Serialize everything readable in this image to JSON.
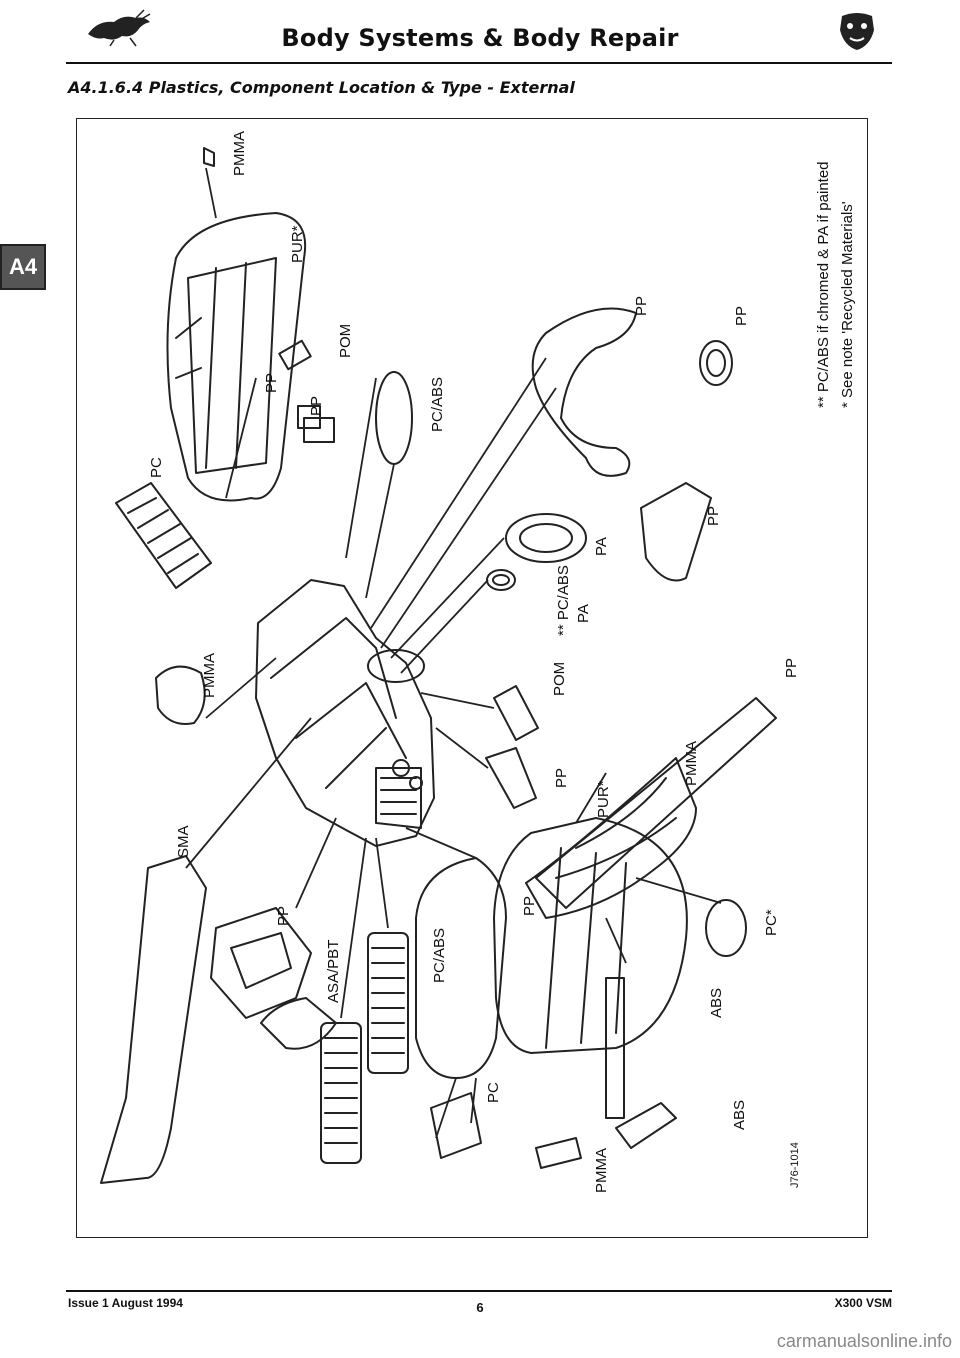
{
  "header": {
    "title": "Body Systems & Body Repair",
    "section": "A4.1.6.4 Plastics, Component Location & Type - External",
    "tab": "A4",
    "left_logo_icon": "leaping-jaguar-logo",
    "right_logo_icon": "jaguar-growler-logo"
  },
  "figure": {
    "labels": {
      "pmma_top": "PMMA",
      "pur_top": "PUR*",
      "pc_grille": "PC",
      "pom_top": "POM",
      "pp_small1": "PP",
      "pp_small2": "PP",
      "pcabs_mirror": "PC/ABS",
      "pp_arch": "PP",
      "pp_ring": "PP",
      "pp_duct": "PP",
      "pa_disc": "PA",
      "pcabs_badge": "** PC/ABS",
      "pa_badge": "PA",
      "pom_mid": "POM",
      "pmma_lamp": "PMMA",
      "pp_mid": "PP",
      "pp_liner": "PP",
      "pur_bottom": "PUR*",
      "pmma_bottom_clip": "PMMA",
      "sma": "SMA",
      "pp_bracket": "PP",
      "asa_pbt": "ASA/PBT",
      "pcabs_grille": "PC/ABS",
      "pp_bumper": "PP",
      "pc_star": "PC*",
      "abs_1": "ABS",
      "abs_2": "ABS",
      "pc_bottom": "PC",
      "pmma_bottom": "PMMA",
      "ref_code": "J76-1014"
    },
    "notes": {
      "note1": "** PC/ABS if chromed & PA if painted",
      "note2": "* See note 'Recycled Materials'"
    }
  },
  "footer": {
    "issue": "Issue 1 August 1994",
    "page": "6",
    "doc": "X300 VSM"
  },
  "watermark": "carmanualsonline.info"
}
